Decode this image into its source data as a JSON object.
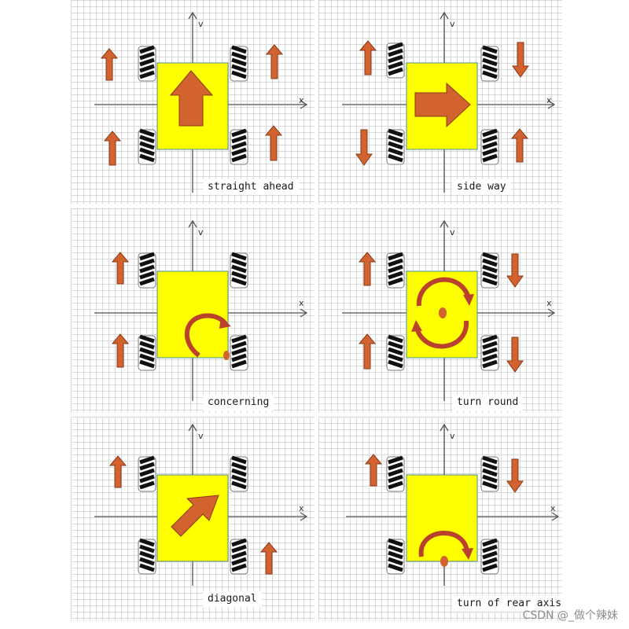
{
  "axis_labels": {
    "x": "x",
    "y": "v"
  },
  "colors": {
    "body": "#ffff00",
    "arrow": "#d2622e",
    "arrow_edge": "#8a3a19",
    "rotation": "#b9412d",
    "grid": "#d9d9d9"
  },
  "panels": [
    {
      "caption": "straight ahead",
      "wheels": [
        "up",
        "up",
        "up",
        "up"
      ],
      "body_icon": "straight-arrow-icon"
    },
    {
      "caption": "side way",
      "wheels": [
        "up",
        "down",
        "down",
        "up"
      ],
      "body_icon": "sideways-arrow-icon"
    },
    {
      "caption": "concerning",
      "wheels": [
        "up",
        "none",
        "up",
        "none"
      ],
      "body_icon": "curve-arrow-icon"
    },
    {
      "caption": "turn round",
      "wheels": [
        "up",
        "down",
        "up",
        "down"
      ],
      "body_icon": "rotate-circle-icon"
    },
    {
      "caption": "diagonal",
      "wheels": [
        "up",
        "none",
        "none",
        "up"
      ],
      "body_icon": "diagonal-arrow-icon"
    },
    {
      "caption": "turn of rear axis",
      "wheels": [
        "up",
        "down",
        "none",
        "none"
      ],
      "body_icon": "rear-rotate-icon"
    }
  ],
  "watermark": "CSDN @_做个辣妹"
}
